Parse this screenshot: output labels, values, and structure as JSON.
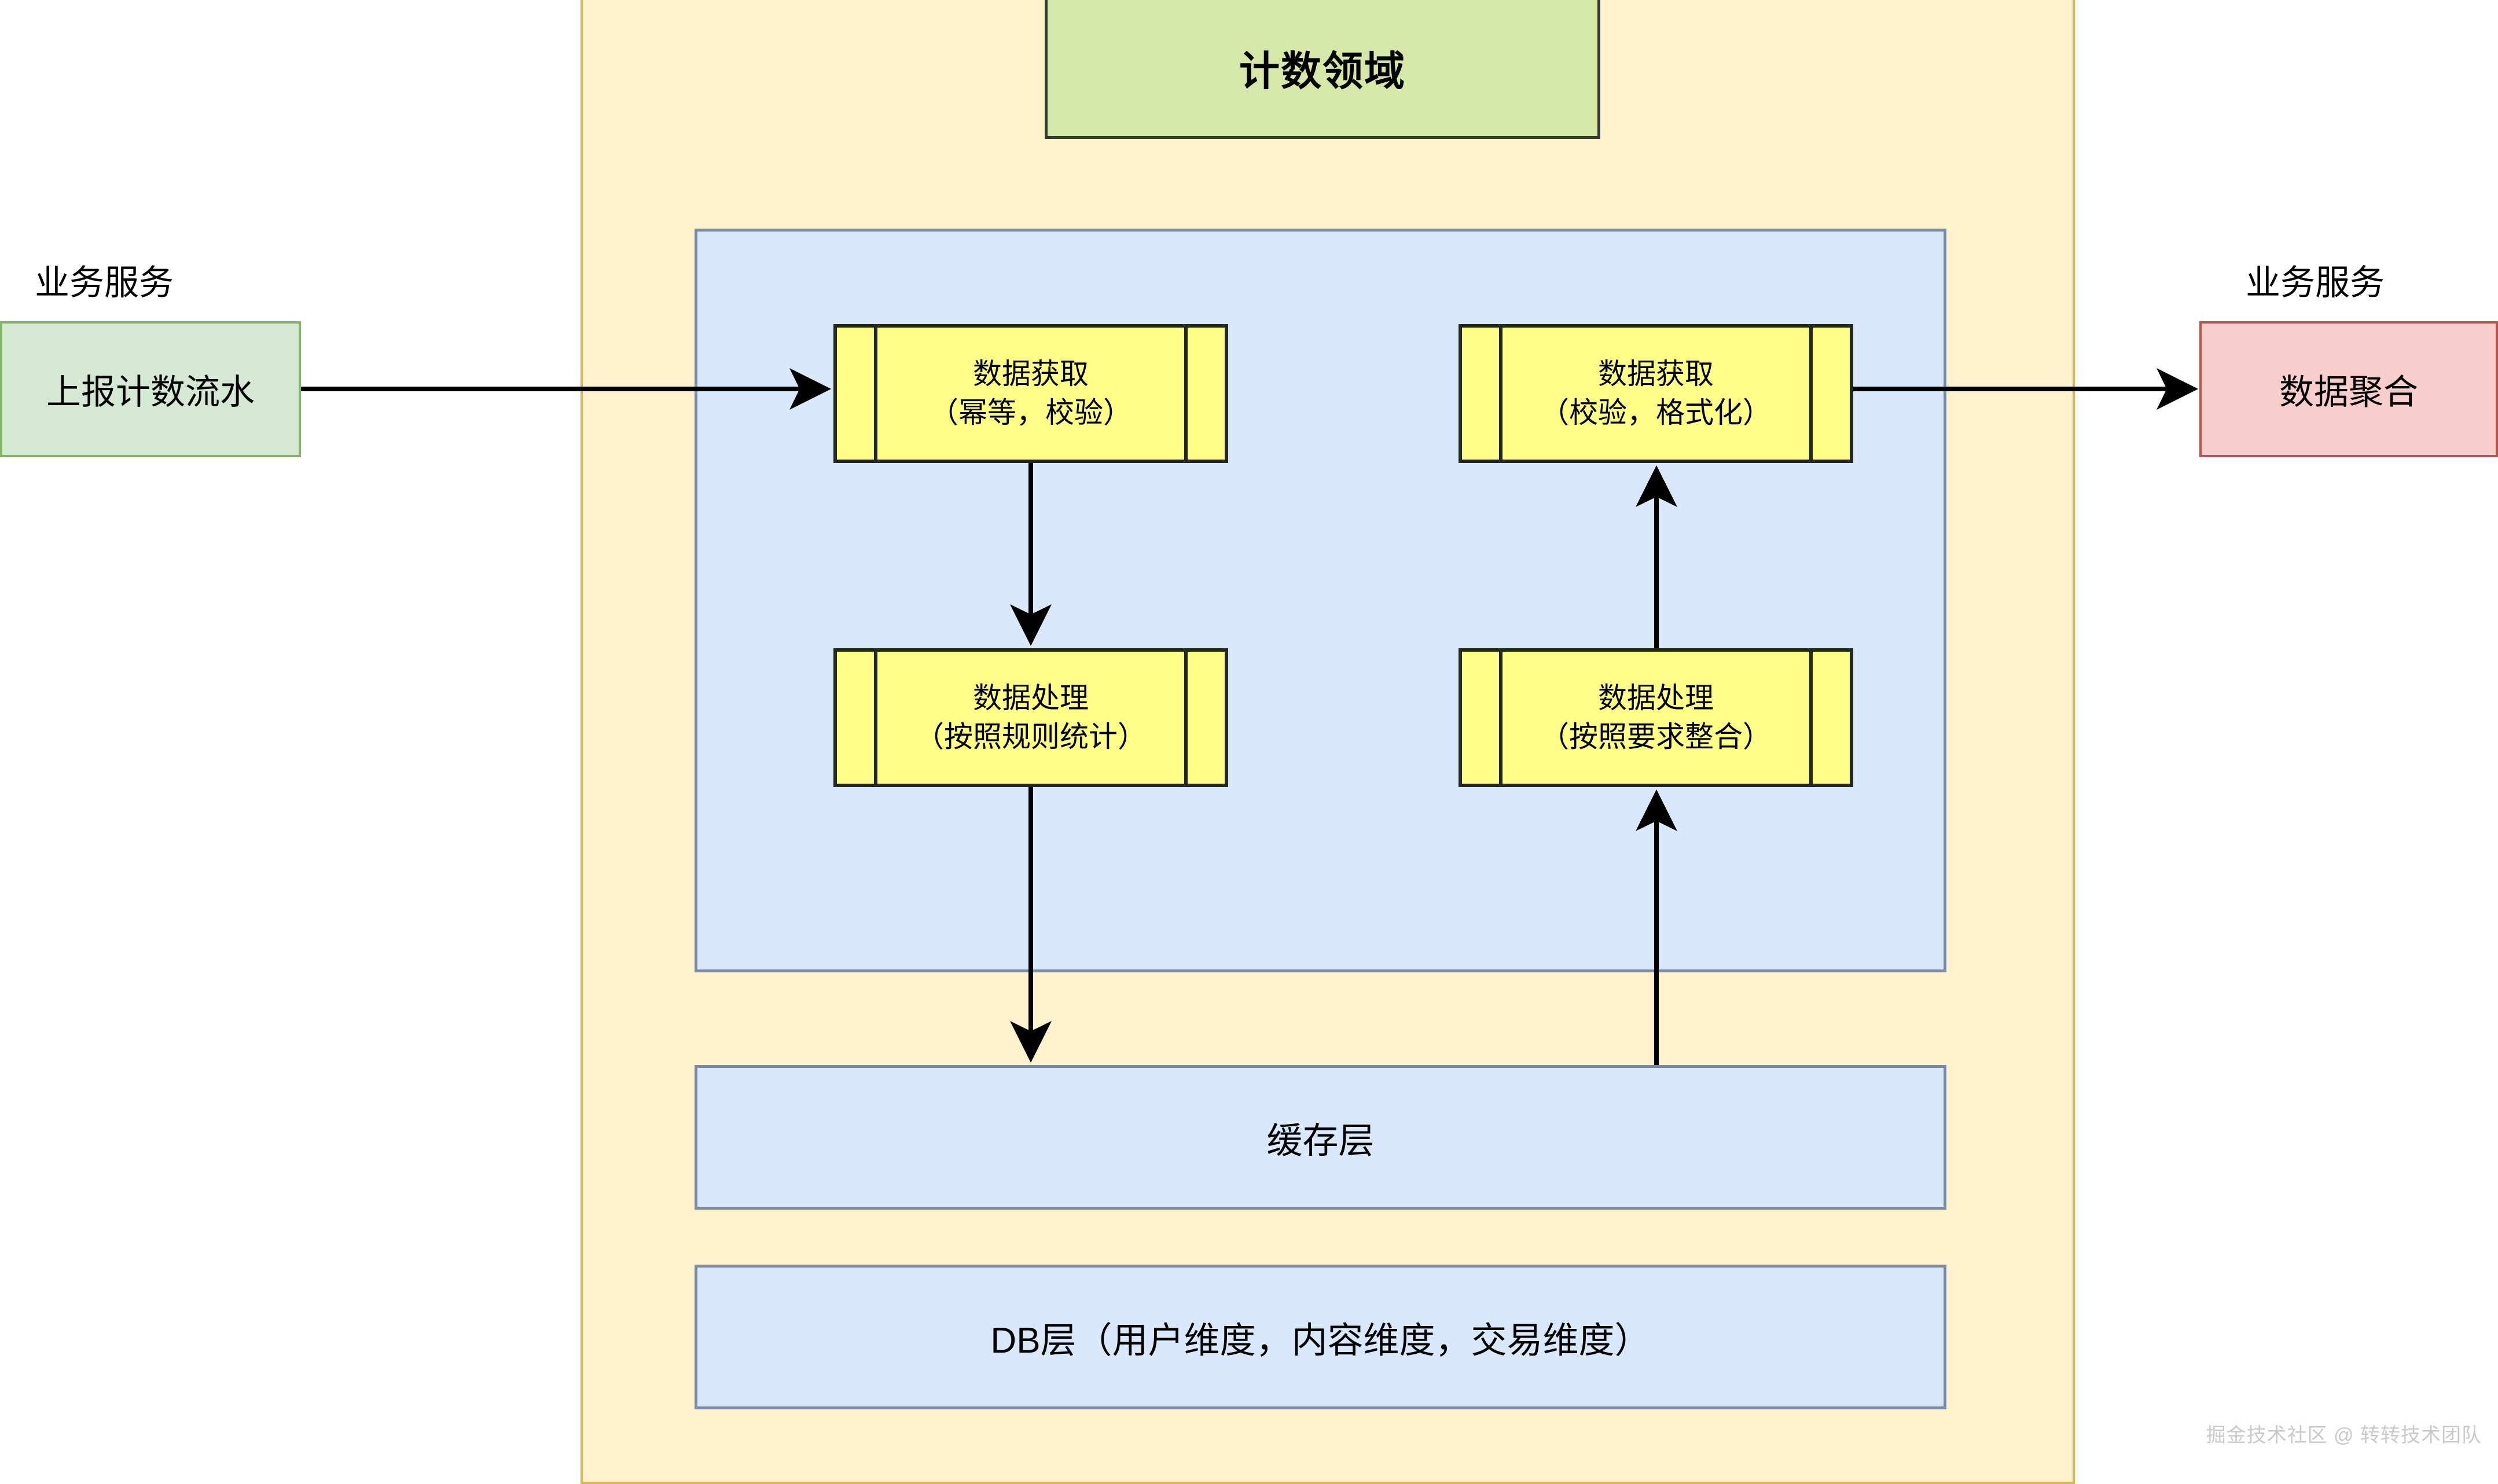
{
  "diagram": {
    "title": "计数领域",
    "watermark": "掘金技术社区 @ 转转技术团队",
    "colors": {
      "domain_fill": "#fff2cc",
      "domain_stroke": "#d6b656",
      "title_fill": "#d5e8a8",
      "title_stroke": "#2f3b33",
      "layer_fill": "#dae8fc",
      "layer_stroke": "#7a8ba5",
      "process_fill": "#ffff88",
      "process_stroke": "#23281f",
      "ext_in_fill": "#d5e8d4",
      "ext_in_stroke": "#82b366",
      "ext_out_fill": "#f8cecc",
      "ext_out_stroke": "#b85450",
      "connector": "#000000"
    }
  },
  "external": {
    "left": {
      "label": "业务服务",
      "box": "上报计数流水"
    },
    "right": {
      "label": "业务服务",
      "box": "数据聚合"
    }
  },
  "write_path": {
    "fetch": {
      "title": "数据获取",
      "detail": "（幂等，校验）"
    },
    "process": {
      "title": "数据处理",
      "detail": "（按照规则统计）"
    }
  },
  "read_path": {
    "fetch": {
      "title": "数据获取",
      "detail": "（校验，格式化）"
    },
    "process": {
      "title": "数据处理",
      "detail": "（按照要求整合）"
    }
  },
  "layers": {
    "cache": "缓存层",
    "db": "DB层（用户维度，内容维度，交易维度）"
  }
}
